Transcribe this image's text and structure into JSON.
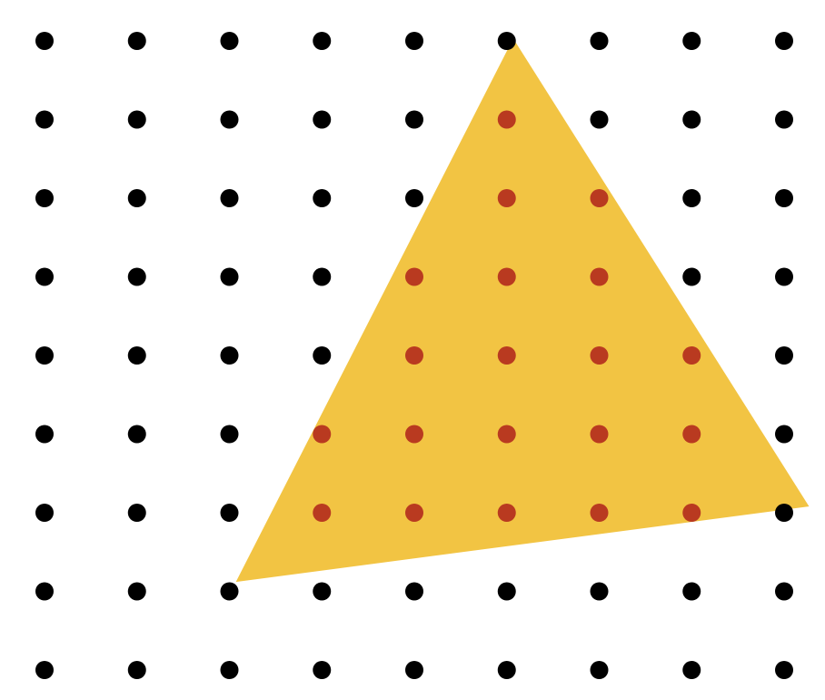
{
  "grid": {
    "columns": 9,
    "rows": 9
  },
  "triangle": {
    "vertices_in_grid_units": [
      [
        5.07,
        -0.03
      ],
      [
        2.07,
        6.88
      ],
      [
        8.27,
        5.92
      ]
    ]
  },
  "inside_points": [
    [
      5,
      1
    ],
    [
      5,
      2
    ],
    [
      6,
      2
    ],
    [
      4,
      3
    ],
    [
      5,
      3
    ],
    [
      6,
      3
    ],
    [
      4,
      4
    ],
    [
      5,
      4
    ],
    [
      6,
      4
    ],
    [
      7,
      4
    ],
    [
      3,
      5
    ],
    [
      4,
      5
    ],
    [
      5,
      5
    ],
    [
      6,
      5
    ],
    [
      7,
      5
    ],
    [
      3,
      6
    ],
    [
      4,
      6
    ],
    [
      5,
      6
    ],
    [
      6,
      6
    ],
    [
      7,
      6
    ]
  ],
  "colors": {
    "background": "#ffffff",
    "triangle_fill": "#f2c443",
    "outside_dot": "#000000",
    "inside_dot": "#b93a20"
  }
}
